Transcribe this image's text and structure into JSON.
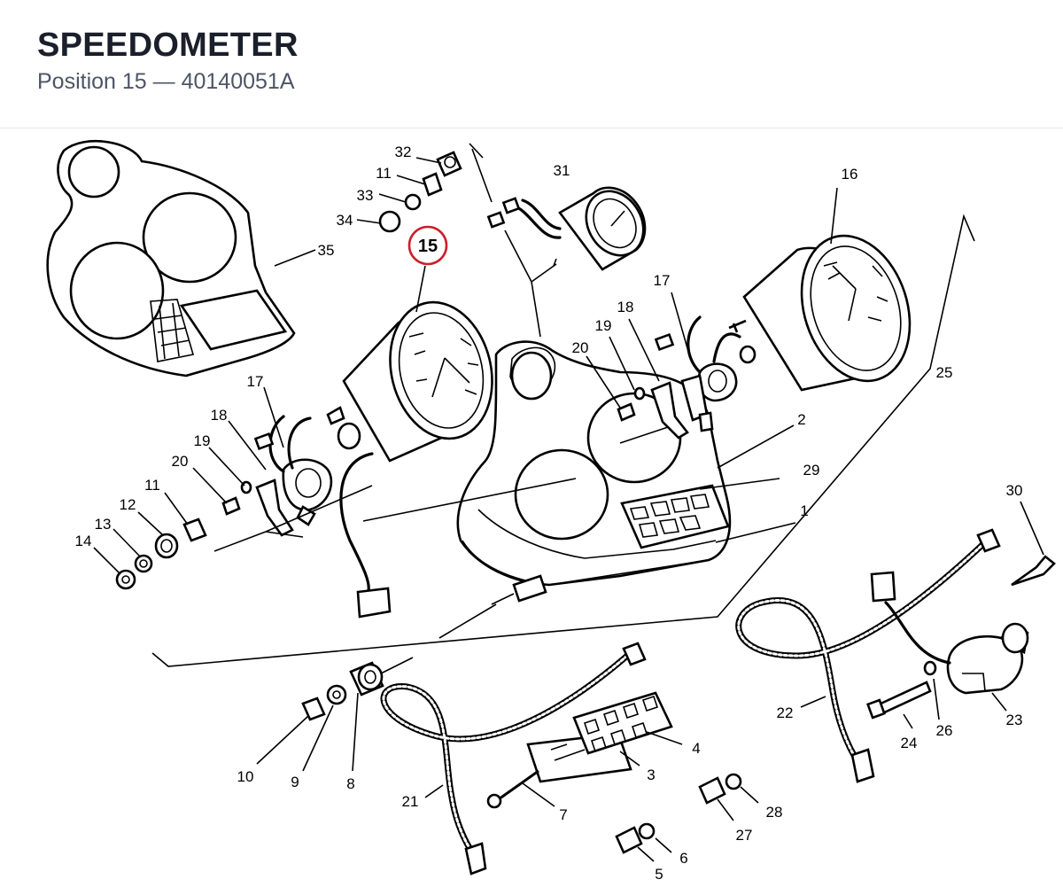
{
  "header": {
    "title": "SPEEDOMETER",
    "subtitle": "Position 15 — 40140051A"
  },
  "highlight": {
    "label": "15",
    "color": "#cc1f2a"
  },
  "callouts": {
    "c1": "1",
    "c2": "2",
    "c3": "3",
    "c4": "4",
    "c5": "5",
    "c6": "6",
    "c7": "7",
    "c8": "8",
    "c9": "9",
    "c10": "10",
    "c11a": "11",
    "c11b": "11",
    "c12": "12",
    "c13": "13",
    "c14": "14",
    "c16": "16",
    "c17a": "17",
    "c17b": "17",
    "c18a": "18",
    "c18b": "18",
    "c19a": "19",
    "c19b": "19",
    "c20a": "20",
    "c20b": "20",
    "c21": "21",
    "c22": "22",
    "c23": "23",
    "c24": "24",
    "c25": "25",
    "c26": "26",
    "c27": "27",
    "c28": "28",
    "c29": "29",
    "c30": "30",
    "c31": "31",
    "c32": "32",
    "c33": "33",
    "c34": "34",
    "c35": "35"
  }
}
